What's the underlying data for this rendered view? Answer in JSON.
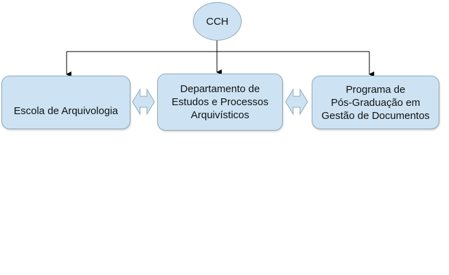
{
  "nodes": {
    "root": "CCH",
    "left": [
      "Escola de Arquivologia"
    ],
    "middle": [
      "Departamento de",
      "Estudos e Processos",
      "Arquivísticos"
    ],
    "right": [
      "Programa de",
      "Pós-Graduação em",
      "Gestão de Documentos"
    ]
  },
  "colors": {
    "fill": "#cde3f3",
    "stroke": "#8ea7b8",
    "connector": "#000000"
  }
}
